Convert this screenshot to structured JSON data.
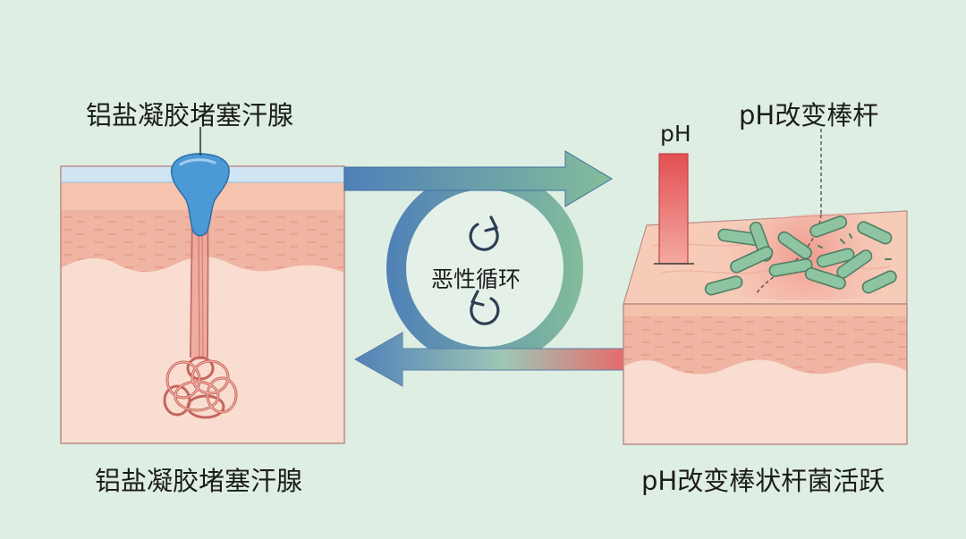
{
  "diagram": {
    "left_panel": {
      "top_label": "铝盐凝胶堵塞汗腺",
      "bottom_label": "铝盐凝胶堵塞汗腺"
    },
    "cycle": {
      "center_label": "恶性循环"
    },
    "right_panel": {
      "ph_label": "pH",
      "top_label": "pH改变棒杆",
      "bottom_label": "pH改变棒状杆菌活跃"
    },
    "colors": {
      "background": "#deeee3",
      "skin_light": "#f8ddd0",
      "skin_mid": "#f5c4b0",
      "skin_dermis": "#efb4a2",
      "gel_blue": "#3f8fd0",
      "surface_blue": "#cfe5f3",
      "arrow_blue": "#4f80b8",
      "arrow_green": "#84bd9b",
      "ph_red": "#e45a5a",
      "bacteria_green": "#8ec4a2"
    },
    "icons": [
      "refresh-cw-icon",
      "refresh-ccw-icon"
    ]
  }
}
